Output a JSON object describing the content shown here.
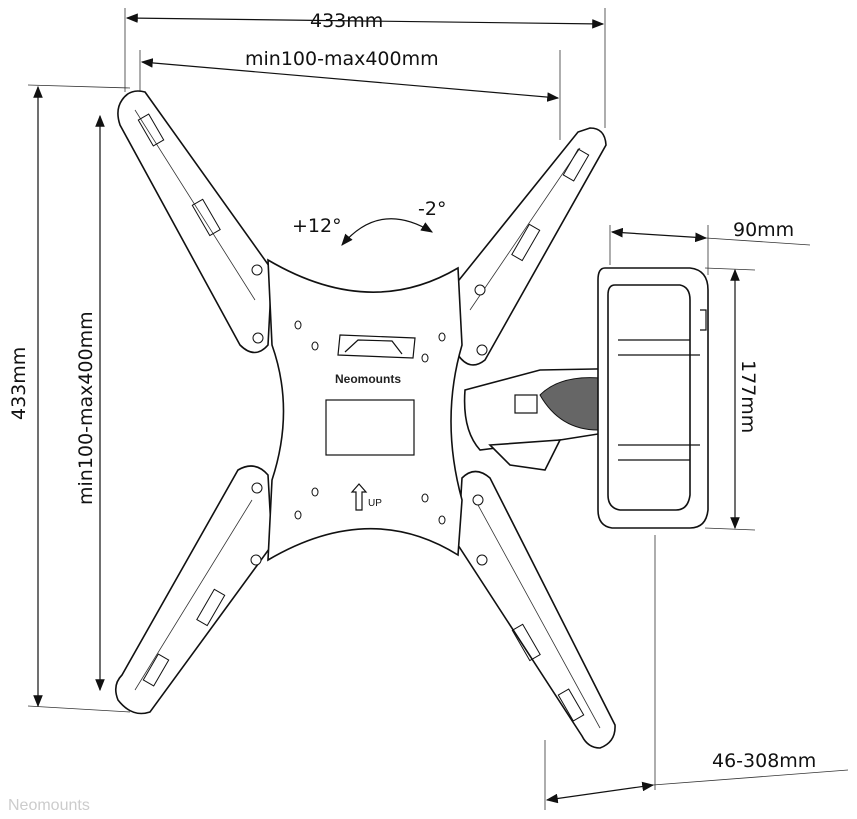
{
  "dimensions": {
    "overall_width": "433mm",
    "vesa_width": "min100-max400mm",
    "overall_height": "433mm",
    "vesa_height": "min100-max400mm",
    "wall_plate_depth": "90mm",
    "wall_plate_height": "177mm",
    "extension": "46-308mm"
  },
  "tilt": {
    "up": "+12°",
    "down": "-2°"
  },
  "plate": {
    "brand": "Neomounts",
    "up_label": "UP"
  },
  "watermark": "Neomounts",
  "colors": {
    "line": "#111111",
    "background": "#ffffff"
  }
}
